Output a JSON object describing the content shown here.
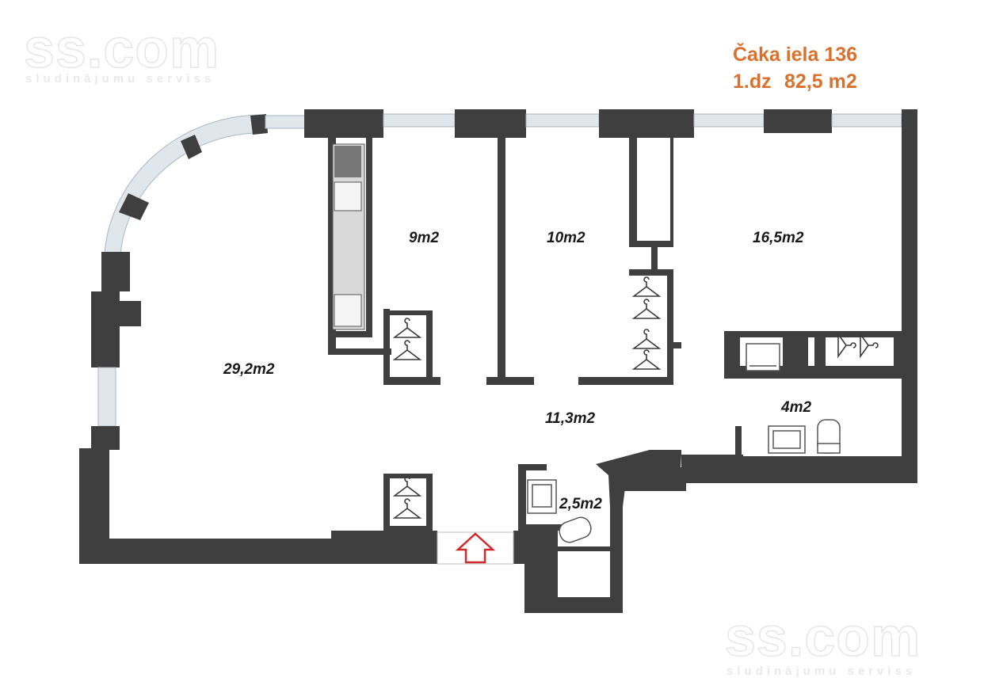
{
  "header": {
    "address": "Čaka iela 136",
    "floor": "1.dz",
    "total_area": "82,5 m2"
  },
  "watermark": {
    "brand": "ss.com",
    "tagline": "sludinājumu serviss"
  },
  "rooms": [
    {
      "id": "living",
      "area": "29,2m2"
    },
    {
      "id": "bedroom-small",
      "area": "9m2"
    },
    {
      "id": "bedroom-middle",
      "area": "10m2"
    },
    {
      "id": "bedroom-large",
      "area": "16,5m2"
    },
    {
      "id": "hallway",
      "area": "11,3m2"
    },
    {
      "id": "bathroom",
      "area": "4m2"
    },
    {
      "id": "wc",
      "area": "2,5m2"
    }
  ],
  "colors": {
    "wall": "#3f3f3f",
    "title": "#d9722e",
    "entrance_arrow": "#d12a2a",
    "window": "#dfe7ec"
  },
  "icons": [
    "hanger-icon",
    "sink-icon",
    "toilet-icon",
    "shower-icon",
    "entrance-arrow-icon",
    "kitchen-counter"
  ]
}
